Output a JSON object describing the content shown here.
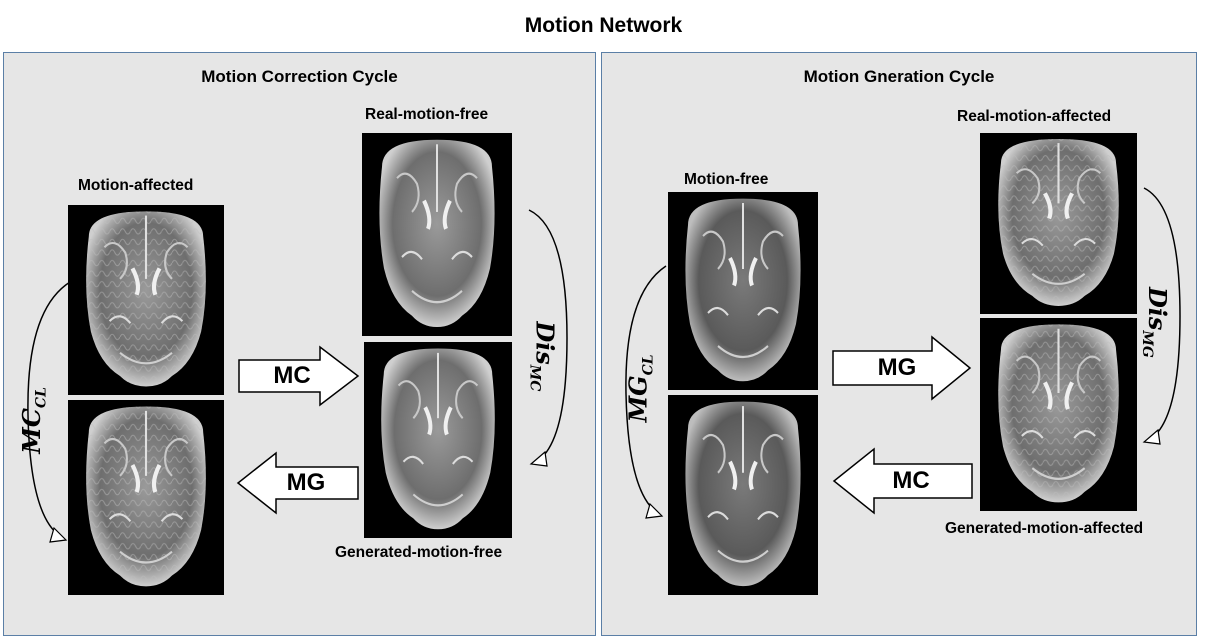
{
  "title": "Motion Network",
  "left_panel": {
    "title": "Motion Correction Cycle",
    "labels": {
      "motion_affected": "Motion-affected",
      "real_motion_free": "Real-motion-free",
      "generated_motion_free": "Generated-motion-free"
    },
    "arrows": {
      "forward": "MC",
      "backward": "MG"
    },
    "loop_left": {
      "base": "MC",
      "sub": "CL"
    },
    "loop_right": {
      "base": "Dis",
      "sub": "MC"
    }
  },
  "right_panel": {
    "title": "Motion Gneration Cycle",
    "labels": {
      "motion_free": "Motion-free",
      "real_motion_affected": "Real-motion-affected",
      "generated_motion_affected": "Generated-motion-affected"
    },
    "arrows": {
      "forward": "MG",
      "backward": "MC"
    },
    "loop_left": {
      "base": "MG",
      "sub": "CL"
    },
    "loop_right": {
      "base": "Dis",
      "sub": "MG"
    }
  },
  "colors": {
    "panel_bg": "#e6e6e6",
    "panel_border": "#5b7fa6",
    "arrow_fill": "#ffffff"
  }
}
